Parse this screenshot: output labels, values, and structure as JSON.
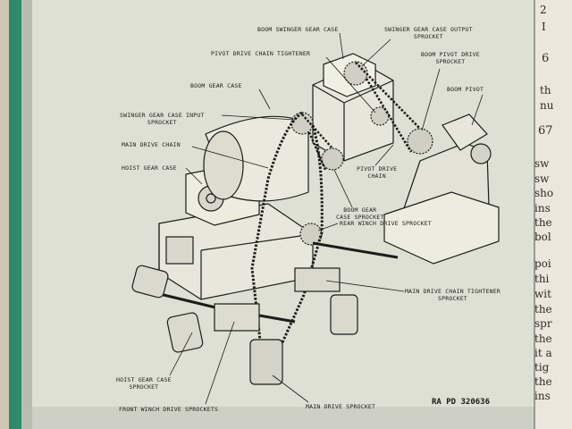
{
  "figure": {
    "plate_number": "RA PD 320636",
    "labels": {
      "boom_swinger_gear_case": "BOOM SWINGER GEAR CASE",
      "swinger_gear_case_output_sprocket": "SWINGER GEAR CASE OUTPUT\nSPROCKET",
      "pivot_drive_chain_tightener": "PIVOT DRIVE CHAIN TIGHTENER",
      "boom_pivot_drive_sprocket": "BOOM PIVOT DRIVE\nSPROCKET",
      "boom_gear_case": "BOOM GEAR CASE",
      "boom_pivot": "BOOM PIVOT",
      "swinger_gear_case_input_sprocket": "SWINGER GEAR CASE INPUT\nSPROCKET",
      "main_drive_chain": "MAIN DRIVE CHAIN",
      "hoist_gear_case": "HOIST GEAR CASE",
      "pivot_drive_chain": "PIVOT DRIVE\nCHAIN",
      "boom_gear_case_sprocket": "BOOM GEAR\nCASE SPROCKET",
      "rear_winch_drive_sprocket": "REAR WINCH DRIVE SPROCKET",
      "main_drive_chain_tightener_sprocket": "MAIN DRIVE CHAIN TIGHTENER\nSPROCKET",
      "hoist_gear_case_sprocket": "HOIST GEAR CASE\nSPROCKET",
      "front_winch_drive_sprockets": "FRONT WINCH DRIVE SPROCKETS",
      "main_drive_sprocket": "MAIN DRIVE SPROCKET"
    }
  },
  "facing_page": {
    "lines": [
      "2",
      "I",
      "6",
      "th",
      "nu",
      "67",
      "sw",
      "sw",
      "sho",
      "ins",
      "the",
      "bol",
      "poi",
      "thi",
      "wit",
      "the",
      "spr",
      "the",
      "it a",
      "tig",
      "the",
      "ins"
    ]
  },
  "colors": {
    "page": "#dfe0d4",
    "binder_green": "#2f8a6a",
    "ink": "#1c1c1a"
  }
}
